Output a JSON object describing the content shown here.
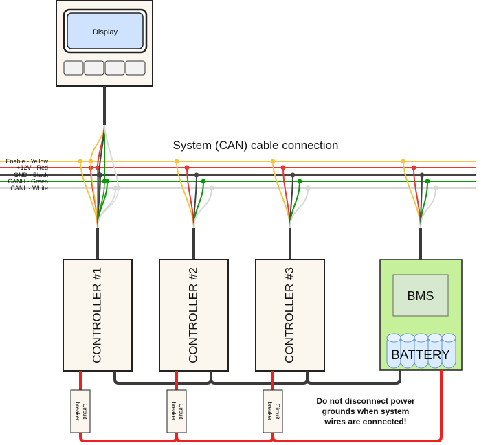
{
  "title": "System (CAN) cable connection",
  "display": {
    "label": "Display",
    "button_count": 4
  },
  "wires": [
    {
      "label": "Enable - Yellow",
      "color": "#f5c542"
    },
    {
      "label": "+12V - Red",
      "color": "#e53935"
    },
    {
      "label": "GND - Black",
      "color": "#444444"
    },
    {
      "label": "CANH - Green",
      "color": "#0a9a0a"
    },
    {
      "label": "CANL - White",
      "color": "#d8d8d8"
    }
  ],
  "controllers": [
    {
      "label": "CONTROLLER #1"
    },
    {
      "label": "CONTROLLER #2"
    },
    {
      "label": "CONTROLLER #3"
    }
  ],
  "breakers": [
    {
      "line1": "Circuit",
      "line2": "breaker"
    },
    {
      "line1": "Circuit",
      "line2": "breaker"
    },
    {
      "line1": "Circuit",
      "line2": "breaker"
    }
  ],
  "bms": {
    "label": "BMS",
    "battery_label": "BATTERY",
    "fill": "#c6f09a"
  },
  "warning": {
    "lines": [
      "Do not disconnect power",
      "grounds when system",
      "wires are connected!"
    ]
  },
  "colors": {
    "power": "#ee2020",
    "ground": "#3a3a3a",
    "box_fill": "#fbf7ee",
    "display_screen": "#cfe3ff"
  }
}
